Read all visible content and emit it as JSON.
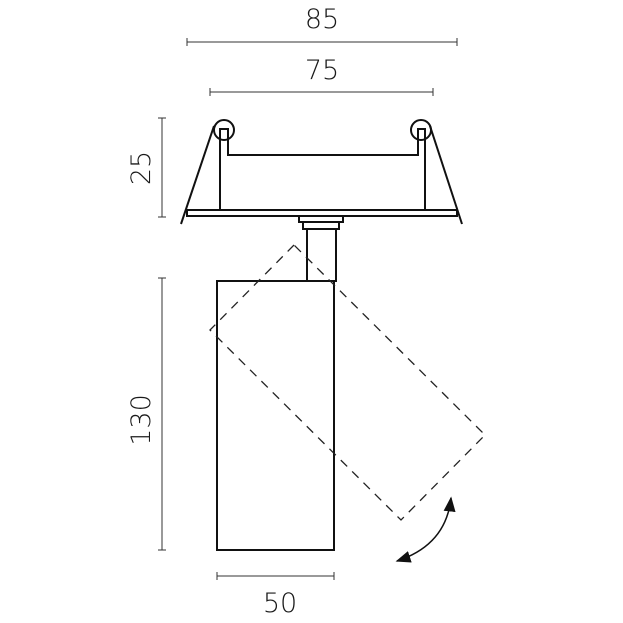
{
  "dimensions": {
    "outer_width": "85",
    "cutout_width": "75",
    "recess_height": "25",
    "body_height": "130",
    "body_width": "50"
  },
  "colors": {
    "line": "#111111",
    "dim_line": "#333333"
  }
}
